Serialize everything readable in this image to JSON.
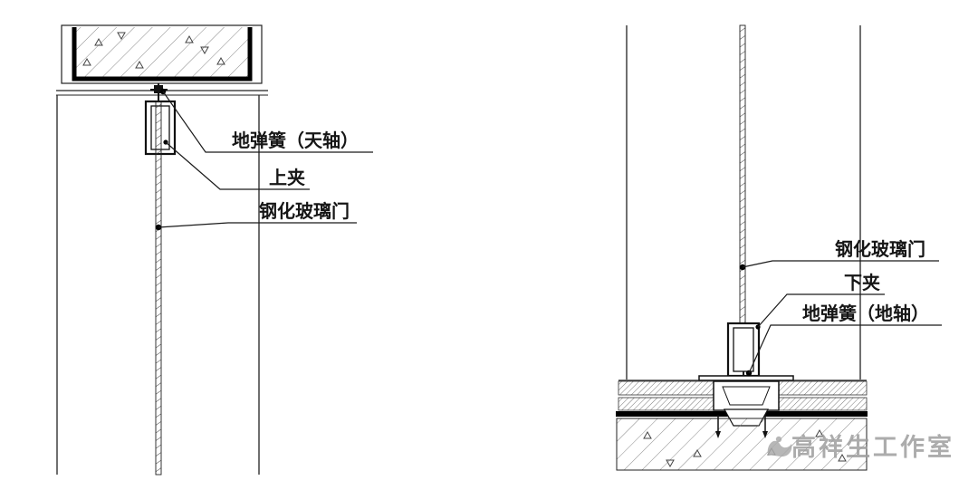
{
  "left": {
    "floor_spring_top": "地弹簧（天轴）",
    "top_clamp": "上夹",
    "glass_door": "钢化玻璃门"
  },
  "right": {
    "glass_door": "钢化玻璃门",
    "bottom_clamp": "下夹",
    "floor_spring_bottom": "地弹簧（地轴）"
  },
  "watermark": {
    "text": "高祥生工作室"
  },
  "colors": {
    "line": "#1a1a1a",
    "watermark": "#9e9e9e"
  }
}
